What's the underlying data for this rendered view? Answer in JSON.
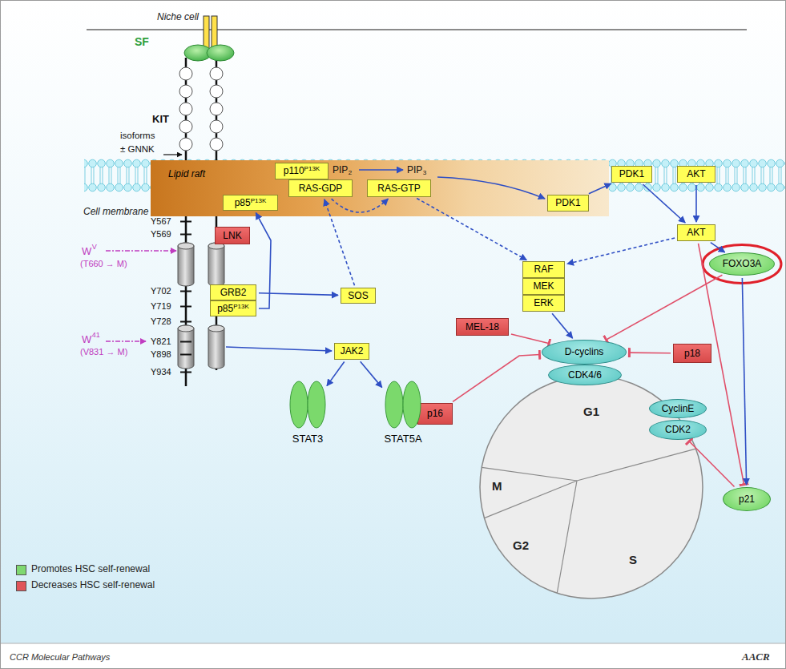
{
  "diagram": {
    "nodes": [
      {
        "text": [
          "Lipid raft"
        ]
      },
      {
        "text": [
          "p110",
          "P13K"
        ],
        "in": 0
      },
      {
        "text": [
          "p85",
          "P13K"
        ],
        "in": 0
      },
      {
        "text": [
          "RAS-GDP"
        ],
        "in": 0
      },
      {
        "text": [
          "RAS-GTP"
        ],
        "in": 0
      },
      {
        "text": [
          "PDK1"
        ],
        "in": 0
      },
      {
        "text": [
          "PDK1"
        ]
      },
      {
        "text": [
          "AKT"
        ]
      },
      {
        "text": [
          "LNK"
        ]
      },
      {
        "text": [
          "AKT"
        ]
      },
      {
        "text": [
          "GRB2"
        ]
      },
      {
        "text": [
          "p85",
          "P13K"
        ]
      },
      {
        "text": [
          "SOS"
        ]
      },
      {
        "text": [
          "RAF"
        ]
      },
      {
        "text": [
          "MEK"
        ]
      },
      {
        "text": [
          "ERK"
        ]
      },
      {
        "text": [
          "FOXO3A"
        ]
      },
      {
        "text": [
          "MEL-18"
        ]
      },
      {
        "text": [
          "JAK2"
        ]
      },
      {
        "text": [
          "D-cyclins"
        ]
      },
      {
        "text": [
          "p18"
        ]
      },
      {
        "text": [
          "CDK4/6"
        ]
      },
      {
        "text": [
          "p16"
        ]
      },
      {
        "text": [
          "STAT3"
        ]
      },
      {
        "text": [
          "STAT5A"
        ]
      },
      {
        "text": [
          "CyclinE"
        ]
      },
      {
        "text": [
          "CDK2"
        ]
      },
      {
        "text": [
          "G1",
          "M",
          "G2",
          "S"
        ]
      },
      {
        "text": [
          "p21"
        ]
      }
    ],
    "edges": [
      {
        "from": 11,
        "to": 2,
        "arrow": "to"
      },
      {
        "from": 10,
        "to": 12,
        "arrow": "to"
      },
      {
        "from": 12,
        "to": 3,
        "arrow": "to"
      },
      {
        "from": 3,
        "to": 4,
        "arrow": "to"
      },
      {
        "from": 4,
        "to": 13,
        "arrow": "to"
      },
      {
        "from": 5,
        "to": 6,
        "arrow": "to"
      },
      {
        "from": 6,
        "to": 9,
        "arrow": "to"
      },
      {
        "from": 7,
        "to": 9,
        "arrow": "to"
      },
      {
        "from": 9,
        "to": 13,
        "arrow": "to"
      },
      {
        "from": 9,
        "to": 16,
        "arrow": "to"
      },
      {
        "from": 9,
        "to": 28,
        "arrow": "to"
      },
      {
        "from": 16,
        "to": 19,
        "arrow": "to"
      },
      {
        "from": 16,
        "to": 28,
        "arrow": "to"
      },
      {
        "from": 18,
        "to": 23,
        "arrow": "to"
      },
      {
        "from": 18,
        "to": 24,
        "arrow": "to"
      },
      {
        "from": 15,
        "to": 19,
        "arrow": "to"
      },
      {
        "from": 17,
        "to": 19,
        "arrow": "to"
      },
      {
        "from": 22,
        "to": 19,
        "arrow": "to"
      },
      {
        "from": 20,
        "to": 19,
        "arrow": "to"
      },
      {
        "from": 28,
        "to": 26,
        "arrow": "to"
      }
    ],
    "labels": [
      "Niche cell",
      "SF",
      "KIT",
      "isoforms",
      "± GNNK",
      "Cell membrane",
      "PIP",
      "2",
      "PIP",
      "3",
      "Y567",
      "Y569",
      "W",
      "V",
      "(T660 → M)",
      "Y702",
      "Y719",
      "Y728",
      "W",
      "41",
      "(V831 → M)",
      "Y821",
      "Y898",
      "Y934",
      "CCR Molecular Pathways",
      "AACR"
    ],
    "legend": [
      {
        "text": "Promotes HSC self-renewal",
        "color": "#7fd870"
      },
      {
        "text": "Decreases HSC self-renewal",
        "color": "#e0555a"
      }
    ]
  }
}
